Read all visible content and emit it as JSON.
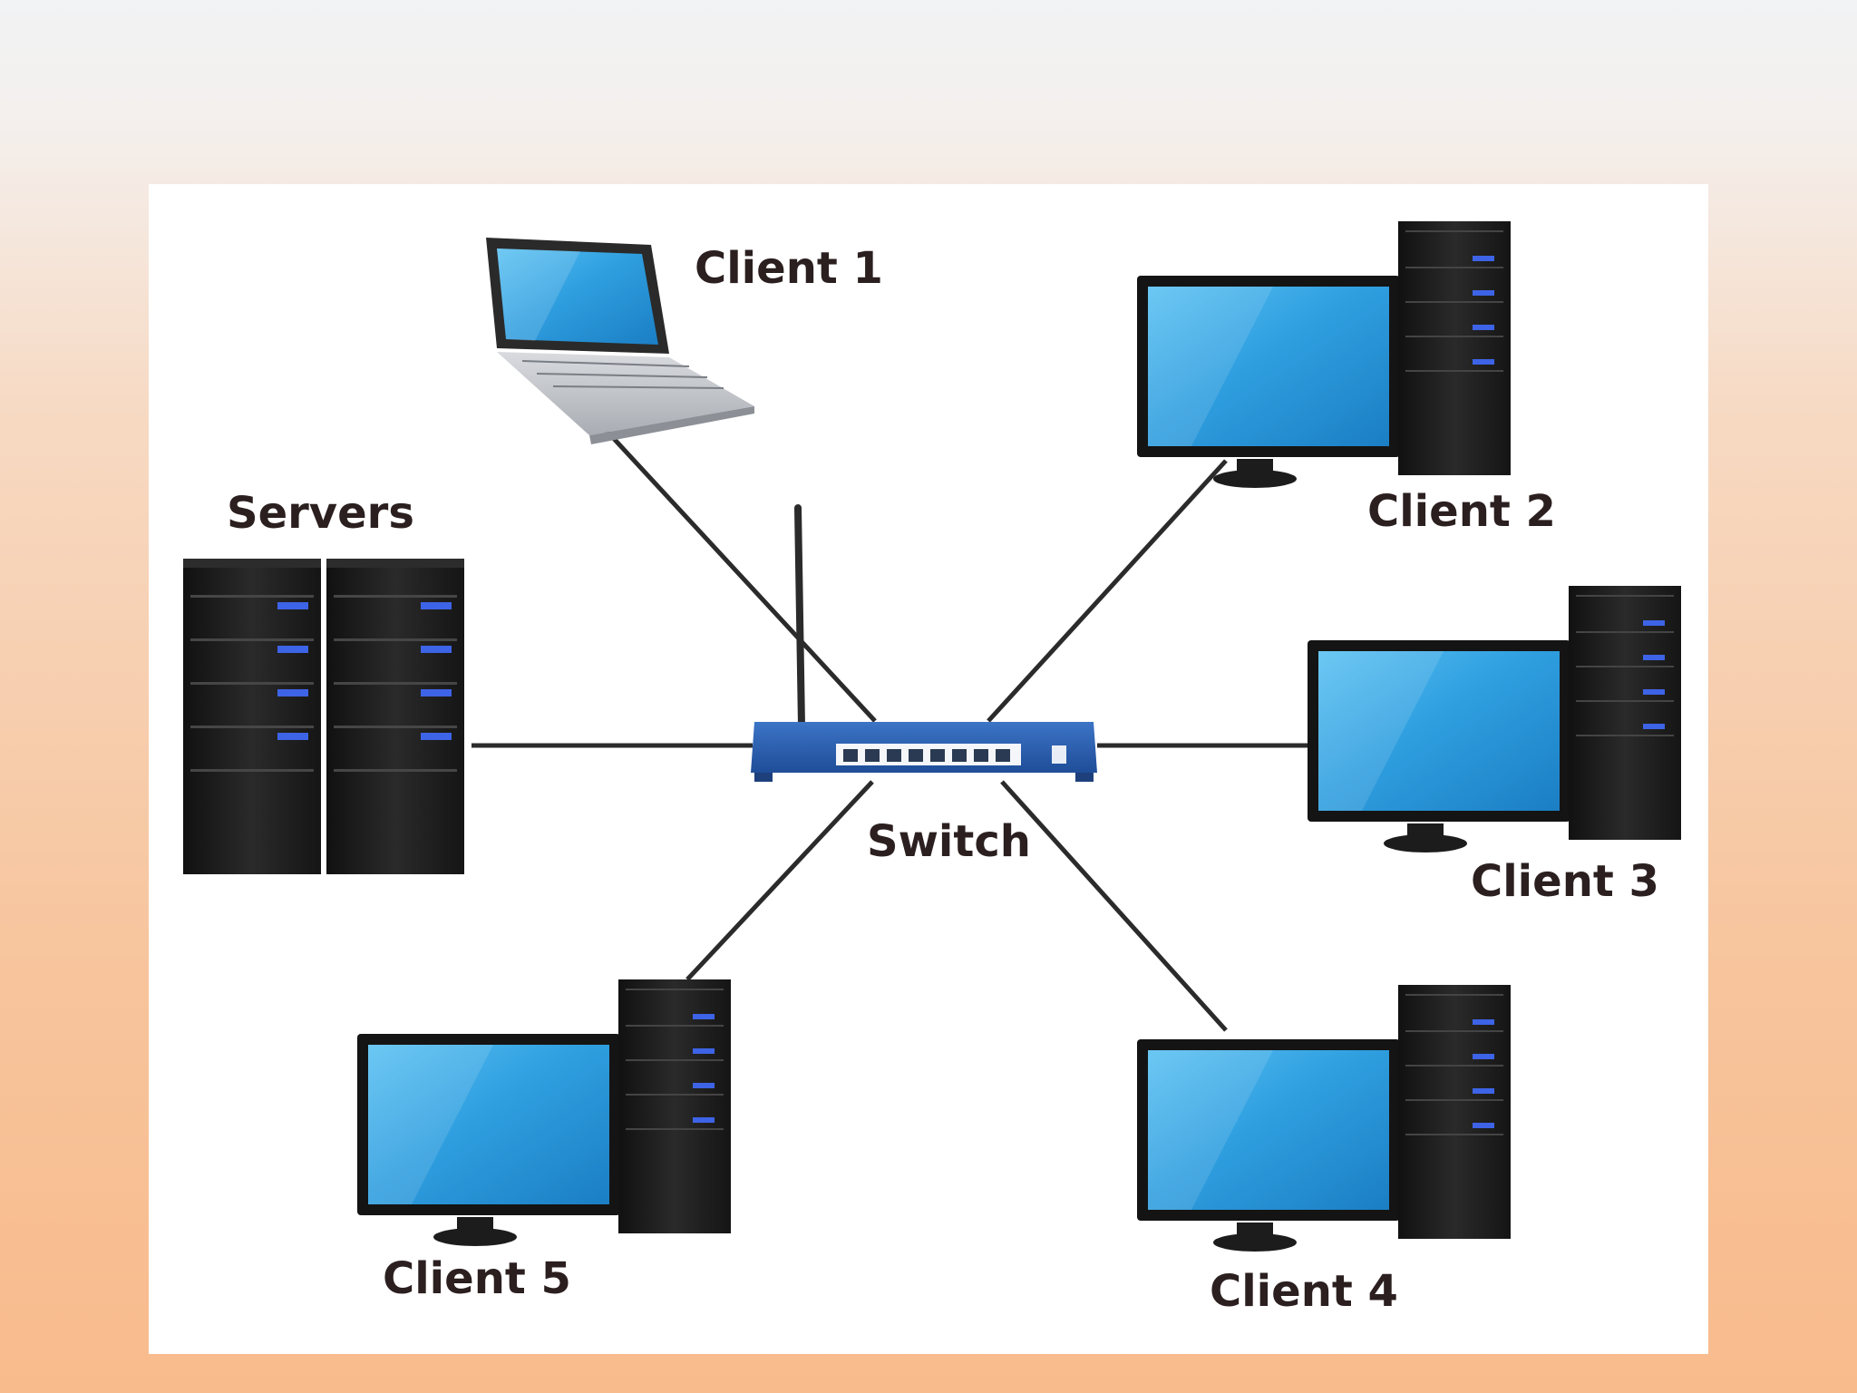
{
  "nodes": {
    "switch": {
      "label": "Switch"
    },
    "servers": {
      "label": "Servers"
    },
    "client1": {
      "label": "Client 1"
    },
    "client2": {
      "label": "Client 2"
    },
    "client3": {
      "label": "Client 3"
    },
    "client4": {
      "label": "Client 4"
    },
    "client5": {
      "label": "Client 5"
    }
  },
  "colors": {
    "panel": "#ffffff",
    "screen": "#2e9fe0",
    "tower": "#202020",
    "switch_body": "#2a5aa8",
    "led": "#3d63e6",
    "link": "#2b2b2b",
    "label": "#2b1f1f"
  }
}
